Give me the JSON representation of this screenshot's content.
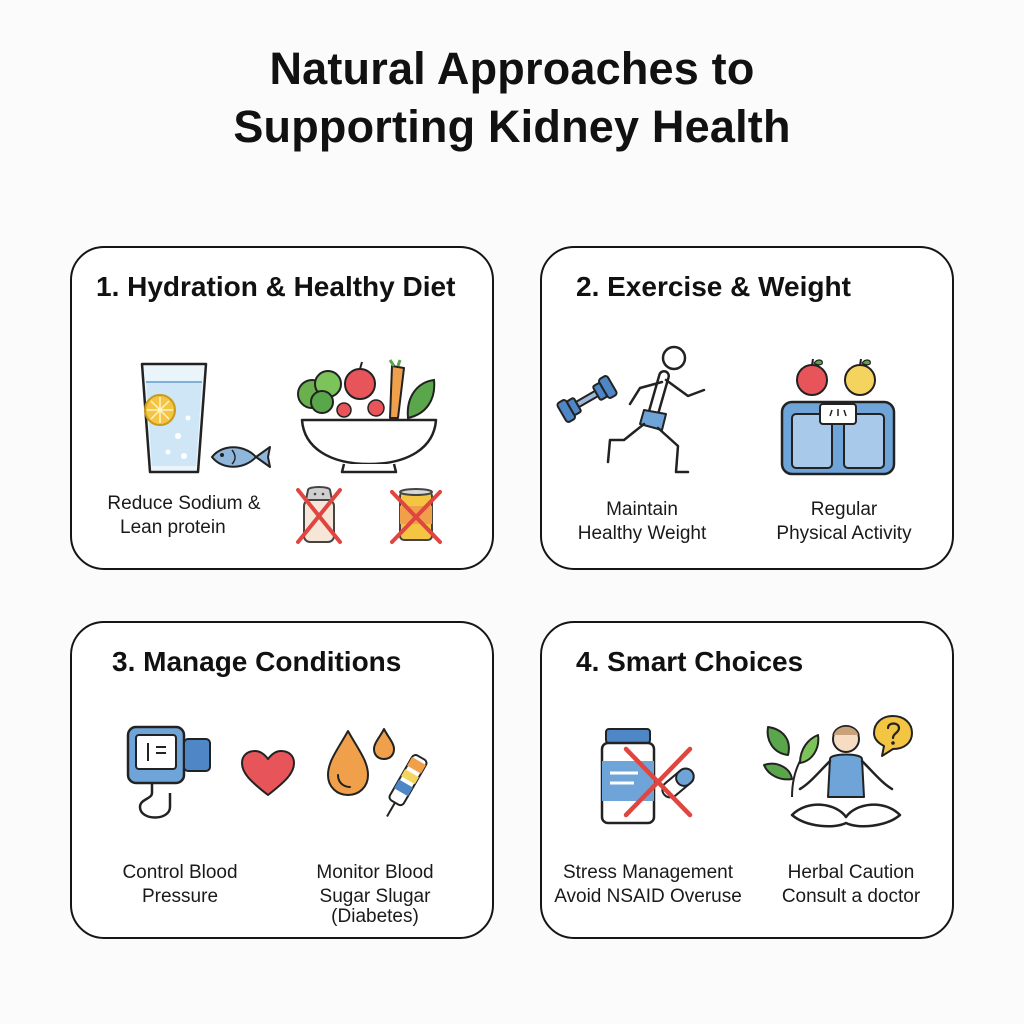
{
  "title": {
    "line1": "Natural Approaches to",
    "line2": "Supporting Kidney Health"
  },
  "cards": [
    {
      "title": "1. Hydration & Healthy Diet",
      "labels": [
        {
          "lines": [
            "Reduce Sodium &",
            "Lean protein"
          ]
        }
      ],
      "icons": [
        "water-glass-icon",
        "fish-icon",
        "salad-bowl-icon",
        "no-salt-icon",
        "no-canned-food-icon"
      ]
    },
    {
      "title": "2. Exercise & Weight",
      "labels": [
        {
          "lines": [
            "Maintain",
            "Healthy Weight"
          ]
        },
        {
          "lines": [
            "Regular",
            "Physical Activity"
          ]
        }
      ],
      "icons": [
        "dumbbell-icon",
        "runner-icon",
        "bathroom-scale-icon",
        "apples-icon"
      ]
    },
    {
      "title": "3. Manage Conditions",
      "labels": [
        {
          "lines": [
            "Control Blood",
            "Pressure"
          ]
        },
        {
          "lines": [
            "Monitor Blood",
            "Sugar Slugar",
            "(Diabetes)"
          ]
        }
      ],
      "icons": [
        "blood-pressure-monitor-icon",
        "heart-icon",
        "blood-drop-icon",
        "test-strip-icon"
      ]
    },
    {
      "title": "4. Smart Choices",
      "labels": [
        {
          "lines": [
            "Stress Management",
            "Avoid NSAID Overuse"
          ]
        },
        {
          "lines": [
            "Herbal Caution",
            "Consult a doctor"
          ]
        }
      ],
      "icons": [
        "pill-bottle-no-icon",
        "herb-leaves-icon",
        "meditation-icon",
        "question-bubble-icon"
      ]
    }
  ],
  "colors": {
    "water": "#cfe6f7",
    "accent_blue": "#4f86c6",
    "cross_red": "#e0463f",
    "heart_red": "#e7555b",
    "lemon": "#f4c542",
    "green": "#5aa64a",
    "orange": "#f0a04b"
  }
}
